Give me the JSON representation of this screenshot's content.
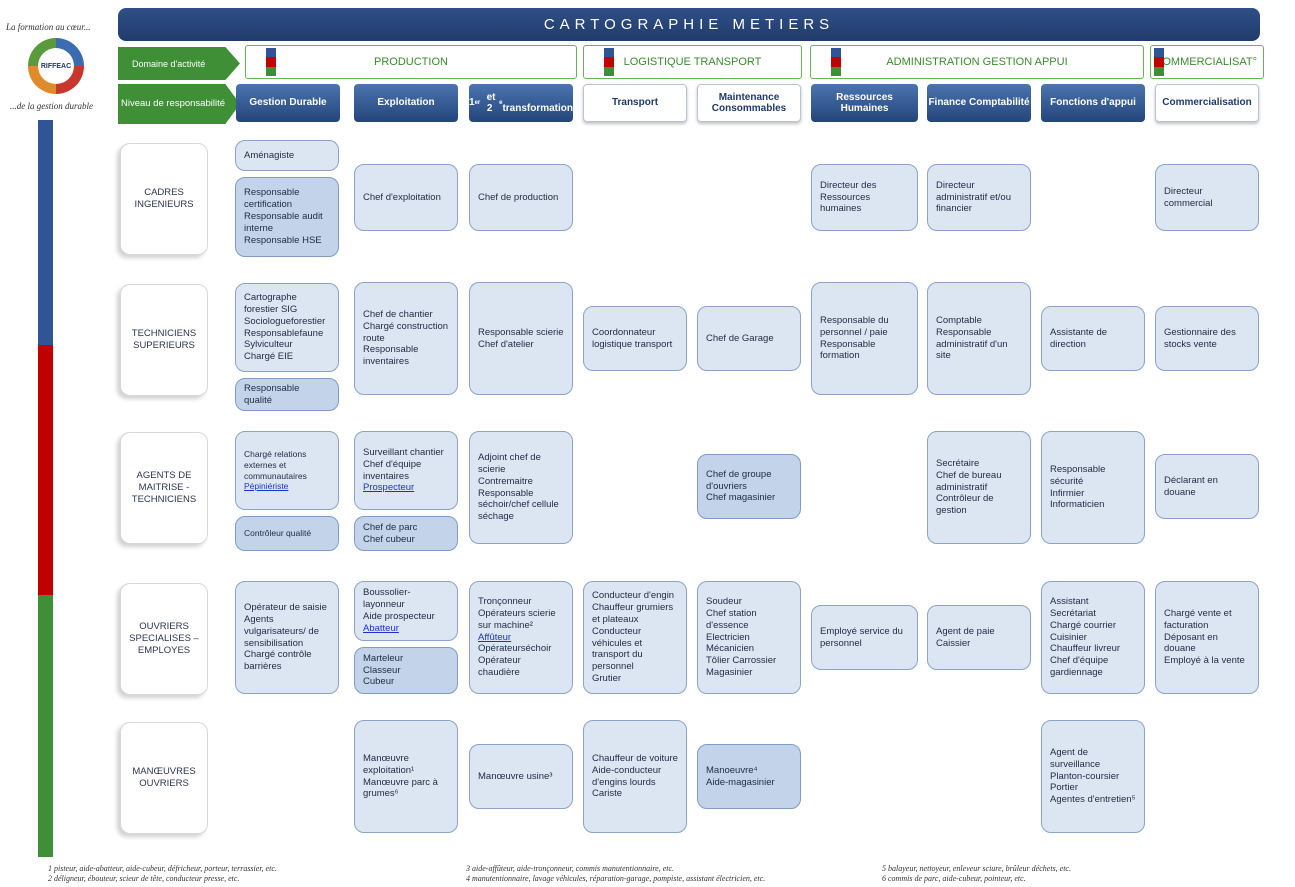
{
  "logo": {
    "tagline_top": "La formation au cœur...",
    "tagline_bottom": "...de la gestion durable",
    "name": "RIFFEAC"
  },
  "title": "CARTOGRAPHIE METIERS",
  "domain_label": "Domaine d'activité",
  "level_label": "Niveau de responsabilité",
  "domains": [
    "PRODUCTION",
    "LOGISTIQUE TRANSPORT",
    "ADMINISTRATION GESTION APPUI",
    "COMMERCIALISAT°"
  ],
  "columns": [
    "Gestion Durable",
    "Exploitation",
    "1er et 2e transformation",
    "Transport",
    "Maintenance Consommables",
    "Ressources Humaines",
    "Finance Comptabilité",
    "Fonctions d'appui",
    "Commercialisation"
  ],
  "rows": [
    "CADRES INGENIEURS",
    "TECHNICIENS SUPERIEURS",
    "AGENTS DE MAITRISE - TECHNICIENS",
    "OUVRIERS SPECIALISES – EMPLOYES",
    "MANŒUVRES OUVRIERS"
  ],
  "cards": {
    "c1": "Aménagiste",
    "c2": "Responsable certification\nResponsable audit interne\nResponsable HSE",
    "c3": "Chef d'exploitation",
    "c4": "Chef de production",
    "c5": "Directeur des Ressources humaines",
    "c6": "Directeur administratif et/ou financier",
    "c7": "Directeur commercial",
    "t1": "Cartographe forestier SIG\nSociologueforestier\nResponsablefaune\nSylviculteur\nChargé EIE",
    "t2": "Responsable qualité",
    "t3": "Chef de chantier\nChargé construction route\nResponsable inventaires",
    "t4": "Responsable scierie\nChef d'atelier",
    "t5": "Coordonnateur logistique transport",
    "t6": "Chef de Garage",
    "t7": "Responsable du personnel / paie\nResponsable formation",
    "t8": "Comptable\nResponsable administratif d'un site",
    "t9": "Assistante de direction",
    "t10": "Gestionnaire des stocks vente",
    "a1": "Chargé relations externes et communautaires",
    "a1_link": "Pépiniériste",
    "a2": "Contrôleur qualité",
    "a3": "Surveillant chantier\nChef d'équipe inventaires",
    "a3_link": "Prospecteur",
    "a4": "Chef de parc\nChef cubeur",
    "a5": "Adjoint chef de scierie\nContremaitre\nResponsable séchoir/chef cellule séchage",
    "a6": "Chef de groupe d'ouvriers\nChef magasinier",
    "a7": "Secrétaire\nChef de bureau administratif\nContrôleur de gestion",
    "a8": "Responsable sécurité\nInfirmier\nInformaticien",
    "a9": "Déclarant en douane",
    "o1": "Opérateur de saisie\nAgents vulgarisateurs/ de sensibilisation\nChargé contrôle barrières",
    "o2": "Boussolier-layonneur\nAide prospecteur",
    "o2_link": "Abatteur",
    "o3": "Marteleur\nClasseur\nCubeur",
    "o4": "Tronçonneur\nOpérateurs scierie sur machine²",
    "o4_link": "Affûteur",
    "o4_after": "Opérateurséchoir\nOpérateur chaudière",
    "o5": "Conducteur d'engin\nChauffeur grumiers et plateaux\nConducteur véhicules et transport du personnel\nGrutier",
    "o6": "Soudeur\nChef station d'essence\nElectricien\nMécanicien\nTôlier Carrossier\nMagasinier",
    "o7": "Employé service du personnel",
    "o8": "Agent de paie\nCaissier",
    "o9": "Assistant Secrétariat\nChargé courrier\nCuisinier\nChauffeur livreur\nChef d'équipe gardiennage",
    "o10": "Chargé vente et facturation\nDéposant en douane\nEmployé à la vente",
    "m1": "Manœuvre exploitation¹\nManœuvre parc à grumes⁶",
    "m2": "Manœuvre usine³",
    "m3": "Chauffeur de voiture\nAide-conducteur d'engins lourds\nCariste",
    "m4": "Manoeuvre⁴\nAide-magasinier",
    "m5": "Agent de surveillance\nPlanton-coursier\nPortier\nAgentes d'entretien⁵"
  },
  "footnotes": [
    "1 pisteur, aide-abatteur, aide-cubeur, défricheur, porteur, terrassier, etc.\n2 déligneur, ébouteur, scieur de tête, conducteur presse, etc.",
    "3 aide-affûteur, aide-tronçonneur, commis manutentionnaire, etc.\n4 manutentionnaire, lavage véhicules, réparation-garage, pompiste, assistant électricien, etc.",
    "5 balayeur, nettoyeur, enleveur sciure, brûleur déchets, etc.\n6 commis de parc, aide-cubeur, pointeur, etc."
  ],
  "colors": {
    "blue": "#2f5597",
    "red": "#c00000",
    "green": "#3f8f37",
    "card": "#dce6f3",
    "card_mid": "#c3d4ea"
  }
}
